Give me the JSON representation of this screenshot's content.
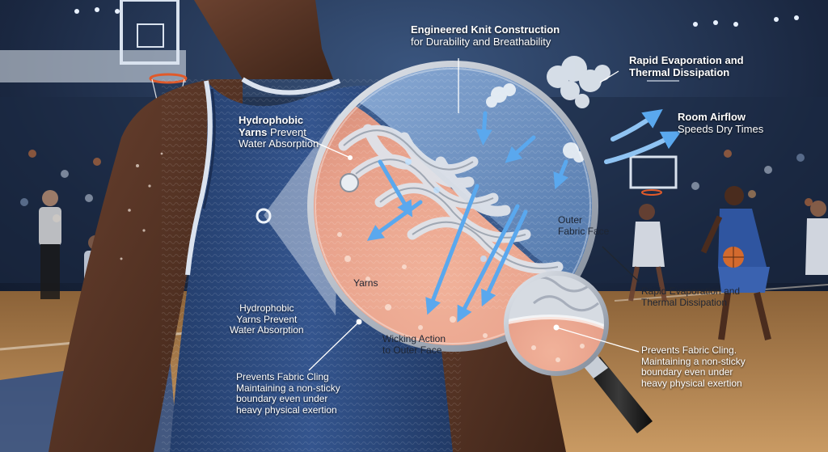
{
  "labels": {
    "engineered_knit_title": "Engineered Knit Construction",
    "engineered_knit_sub": "for Durability and Breathability",
    "rapid_evap_top_line1": "Rapid Evaporation and",
    "rapid_evap_top_line2": "Thermal Dissipation",
    "room_airflow_title": "Room Airflow",
    "room_airflow_sub": "Speeds Dry Times",
    "hydrophobic_top_bold1": "Hydrophobic",
    "hydrophobic_top_bold2": "Yarns",
    "hydrophobic_top_rest": " Prevent",
    "hydrophobic_top_line3": "Water Absorption",
    "outer_face_line1": "Outer",
    "outer_face_line2": "Fabric Face",
    "rapid_evap_mid_line1": "Rapid Evaporation and",
    "rapid_evap_mid_line2": "Thermal Dissipation",
    "yarns": "Yarns",
    "hydrophobic_low_line1": "Hydrophobic",
    "hydrophobic_low_line2": "Yarns Prevent",
    "hydrophobic_low_line3": "Water Absorption",
    "wicking_line1": "Wicking Action",
    "wicking_line2": "to Outer Face",
    "cling_left_line1": "Prevents Fabric Cling",
    "cling_left_line2": "Maintaining a non-sticky",
    "cling_left_line3": "boundary even under",
    "cling_left_line4": "heavy physical exertion",
    "cling_right_line1": "Prevents Fabric Cling.",
    "cling_right_line2": "Maintaining a non-sticky",
    "cling_right_line3": "boundary even under",
    "cling_right_line4": "heavy physical exertion"
  },
  "colors": {
    "jersey": "#2f4f86",
    "jersey_trim": "#dbe3ef",
    "skin": "#e9a98f",
    "fabric_face": "#6f93c4",
    "yarn": "#d9dde3",
    "arrow": "#4f9be0",
    "court": "#b9854e"
  },
  "icons": {
    "magnifier": "magnifier-lens-icon",
    "vapor": "steam-cloud-icon",
    "airflow": "airflow-arrow-icon"
  }
}
